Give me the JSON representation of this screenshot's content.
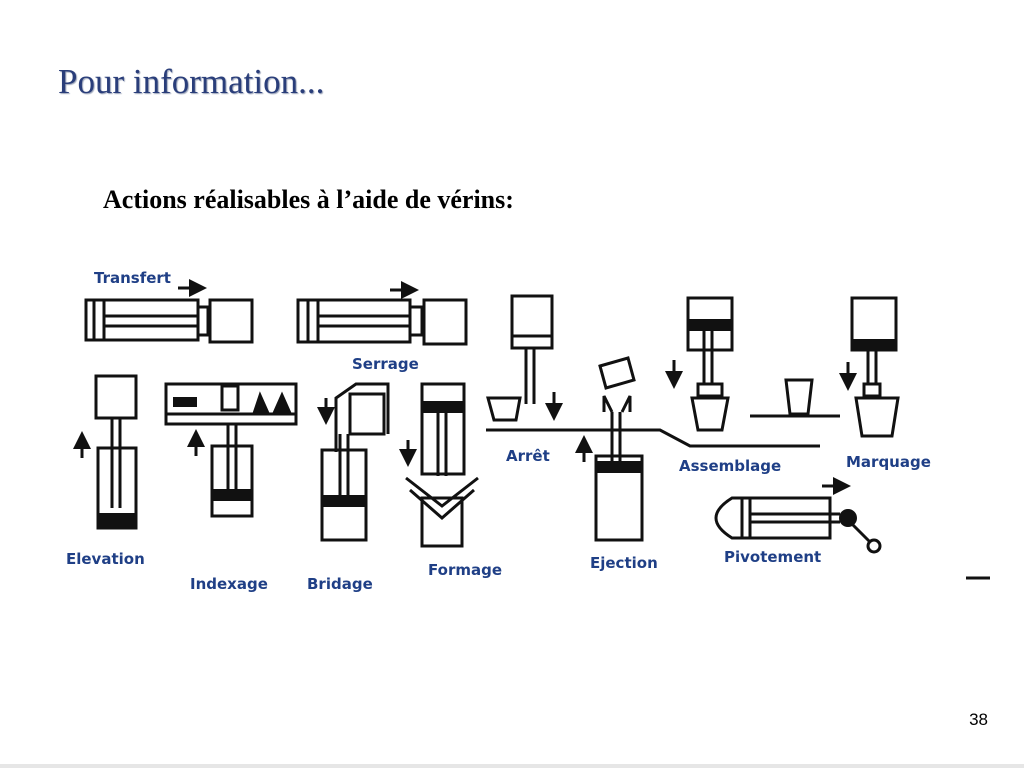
{
  "slide": {
    "title": "Pour information...",
    "subtitle": "Actions réalisables à l’aide de vérins:",
    "page_number": "38"
  },
  "diagram": {
    "labels": {
      "transfert": "Transfert",
      "serrage": "Serrage",
      "arret": "Arrêt",
      "assemblage": "Assemblage",
      "marquage": "Marquage",
      "elevation": "Elevation",
      "indexage": "Indexage",
      "bridage": "Bridage",
      "formage": "Formage",
      "ejection": "Ejection",
      "pivotement": "Pivotement"
    }
  }
}
